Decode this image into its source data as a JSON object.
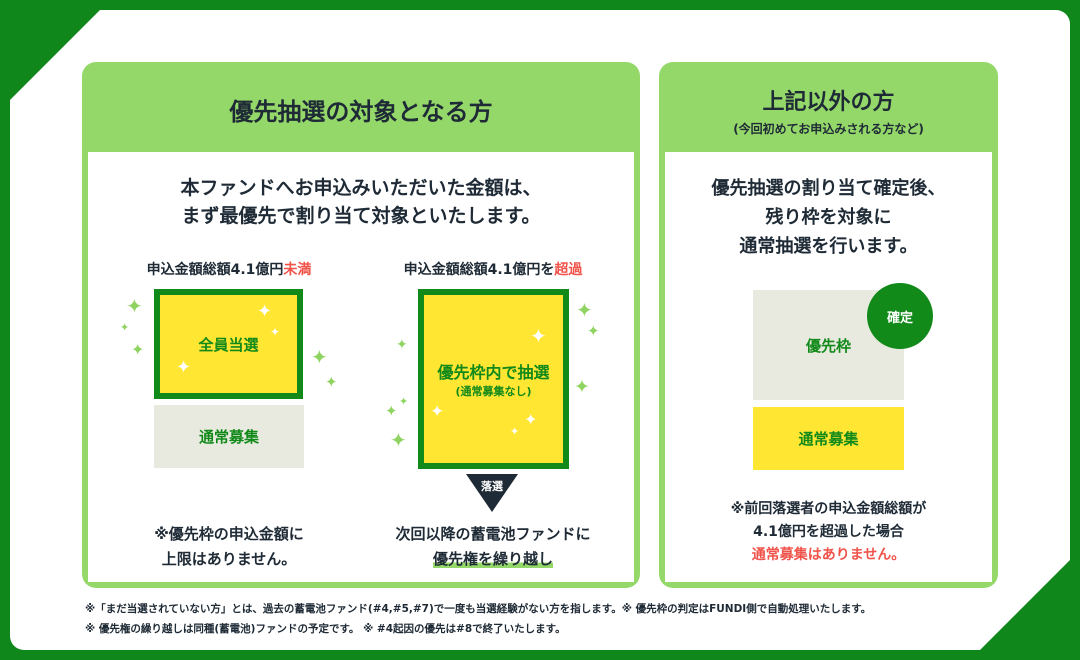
{
  "left": {
    "title": "優先抽選の対象となる方",
    "intro": [
      "本ファンドへお申込みいただいた金額は、",
      "まず最優先で割り当て対象といたします。"
    ],
    "under": {
      "label": "申込金額総額4.1億円",
      "emph": "未満",
      "box_main": "全員当選",
      "box_normal": "通常募集",
      "note": [
        "※優先枠の申込金額に",
        "上限はありません。"
      ]
    },
    "over": {
      "label": "申込金額総額4.1億円を",
      "emph": "超過",
      "box_main": "優先枠内で抽選",
      "box_sub": "(通常募集なし)",
      "arrow_label": "落選",
      "note1": "次回以降の蓄電池ファンドに",
      "note2": "優先権を繰り越し"
    }
  },
  "right": {
    "title": "上記以外の方",
    "subtitle": "(今回初めてお申込みされる方など)",
    "intro": [
      "優先抽選の割り当て確定後、",
      "残り枠を対象に",
      "通常抽選を行います。"
    ],
    "priority_box": "優先枠",
    "badge": "確定",
    "normal_box": "通常募集",
    "note": [
      "※前回落選者の申込金額総額が",
      "4.1億円を超過した場合"
    ],
    "note_red": "通常募集はありません。"
  },
  "footnotes": [
    "※「まだ当選されていない方」とは、過去の蓄電池ファンド(#4,#5,#7)で一度も当選経験がない方を指します。※ 優先枠の判定はFUNDI側で自動処理いたします。",
    "※ 優先権の繰り越しは同種(蓄電池)ファンドの予定です。 ※ #4起因の優先は#8で終了いたします。"
  ],
  "colors": {
    "green": "#128a1a",
    "light_green": "#95d86a",
    "yellow": "#ffe632",
    "red": "#f0534a"
  }
}
